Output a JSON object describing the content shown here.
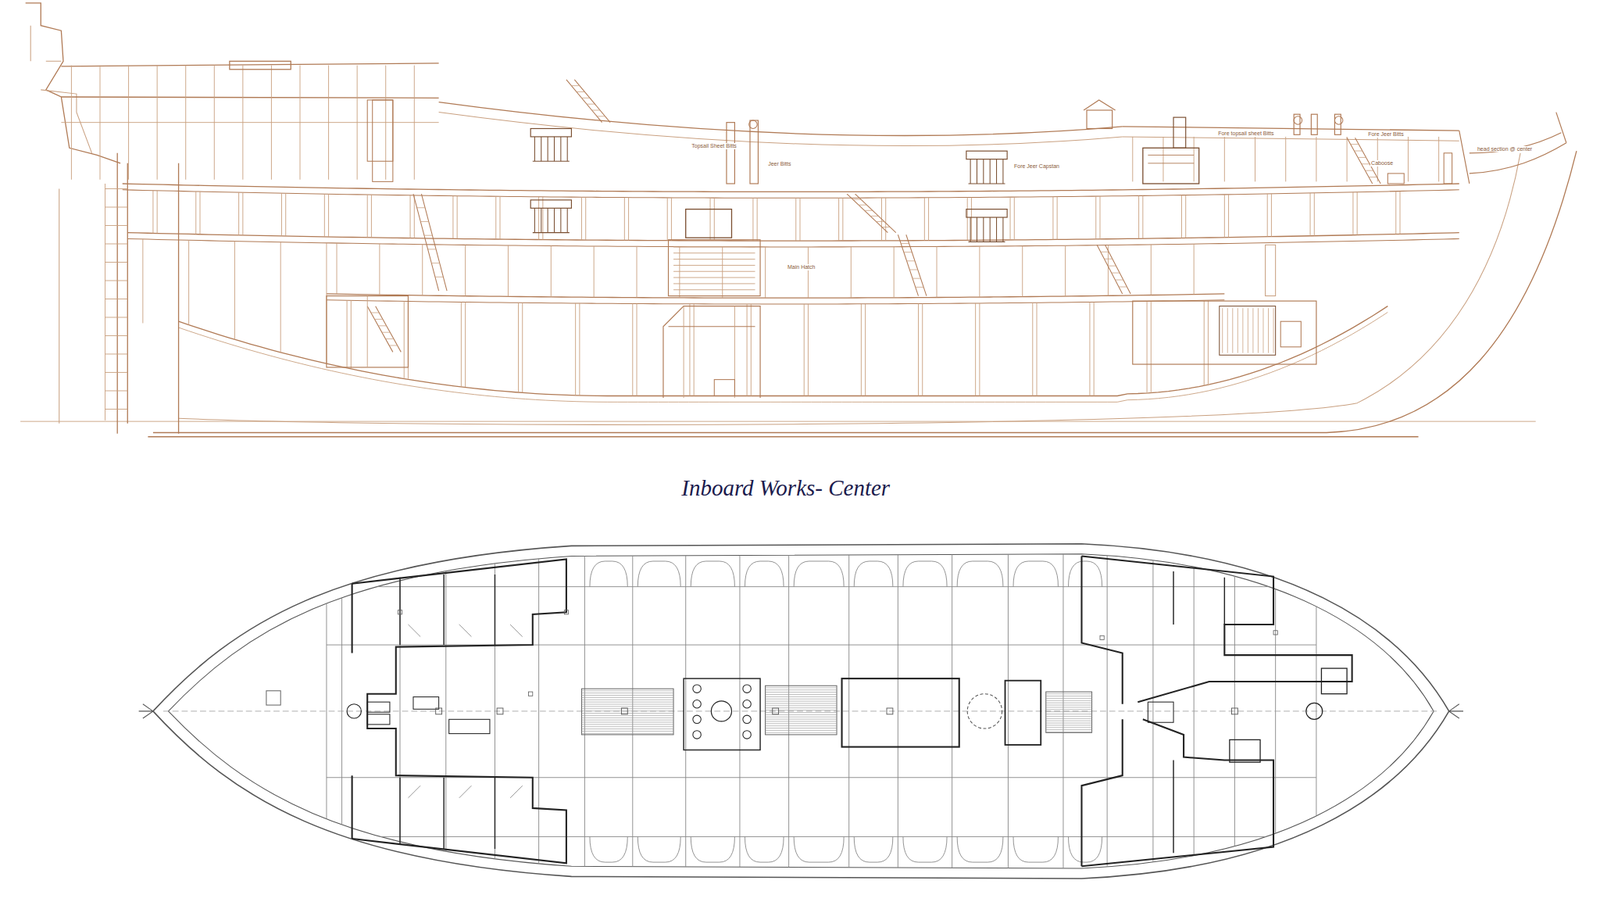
{
  "diagram": {
    "title": "Inboard Works- Center",
    "labels": [
      "Topsail Sheet Bitts",
      "Jeer Bitts",
      "Fore Jeer Capstan",
      "Main Hatch",
      "Fore topsail sheet Bitts",
      "Fore Jeer Bitts",
      "Caboose",
      "head section @ center"
    ]
  }
}
